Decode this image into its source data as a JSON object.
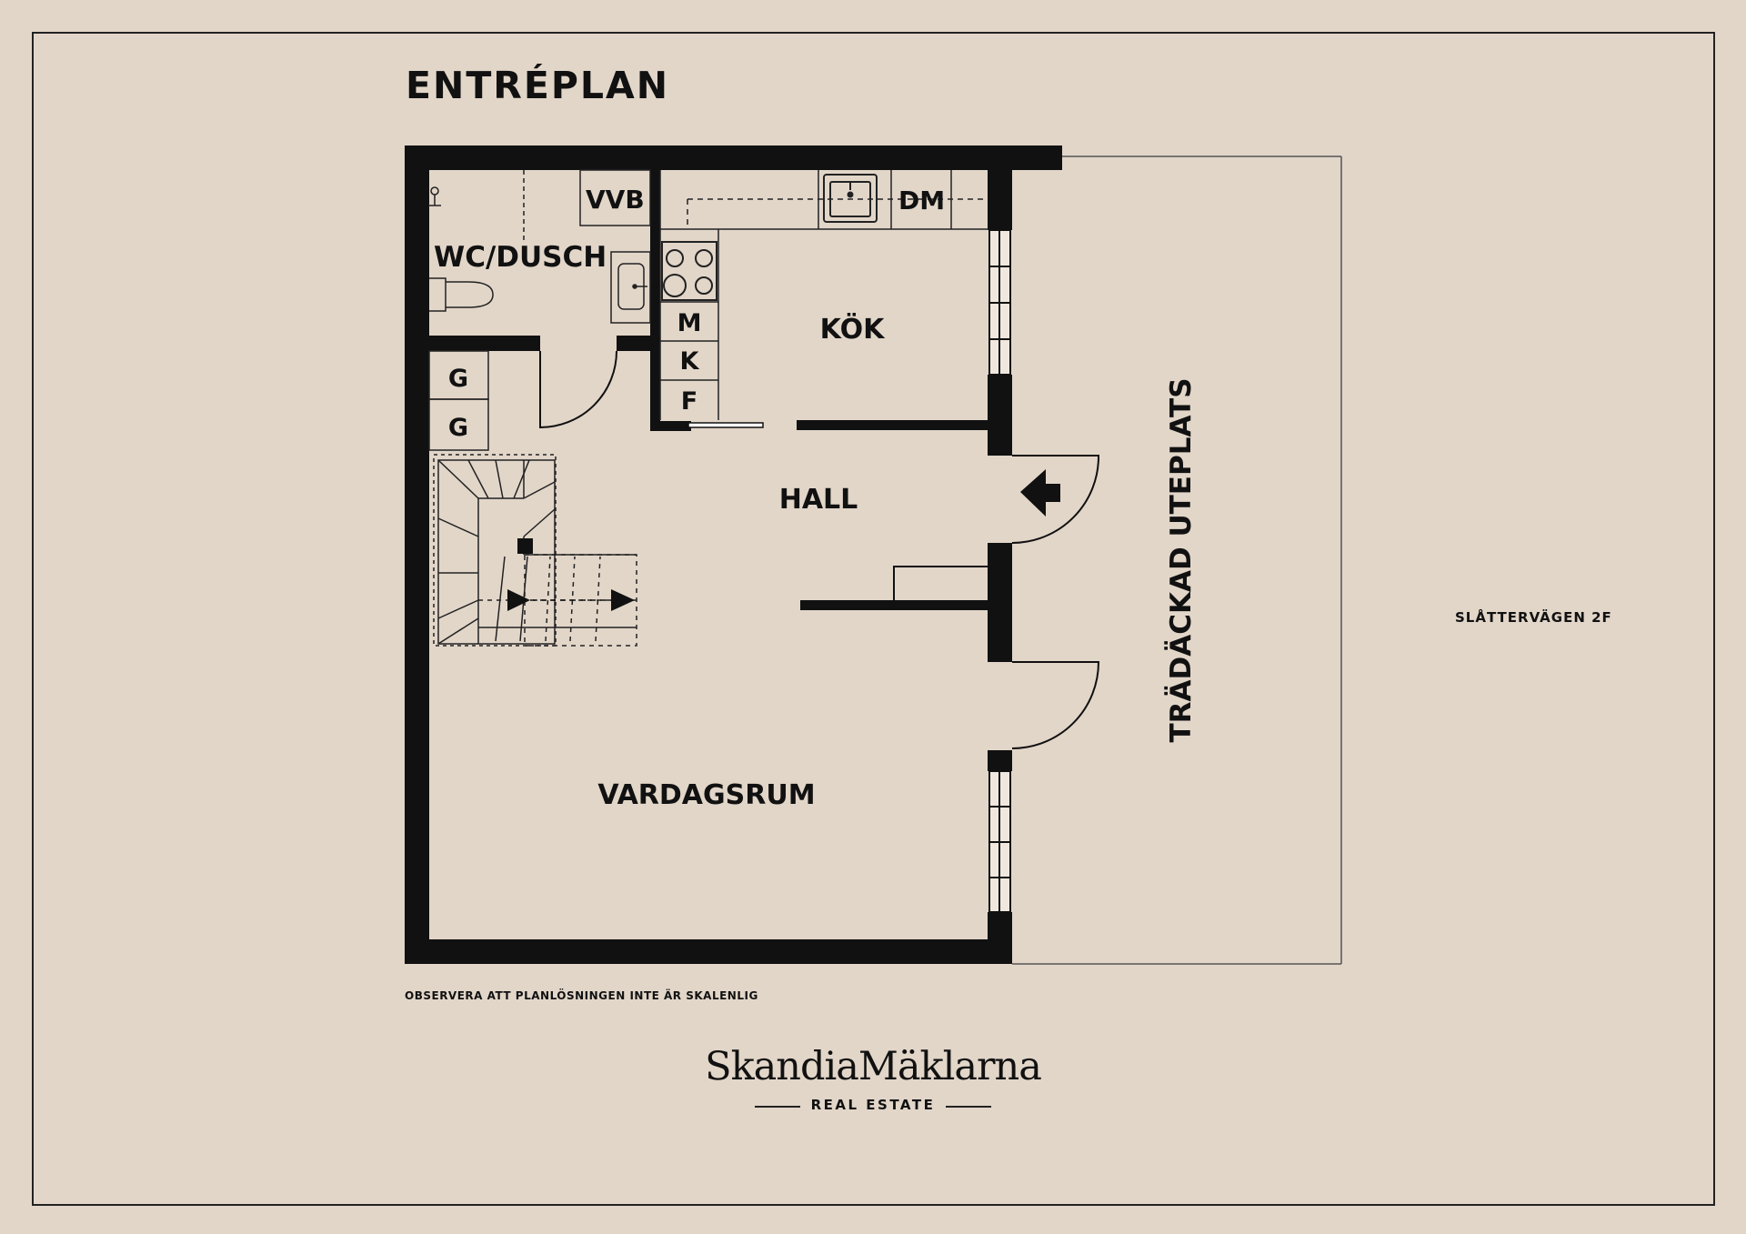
{
  "title": "ENTRÉPLAN",
  "address": "SLÅTTERVÄGEN 2F",
  "disclaimer": "OBSERVERA ATT PLANLÖSNINGEN INTE ÄR SKALENLIG",
  "brand": {
    "name": "SkandiaMäklarna",
    "tagline": "REAL ESTATE"
  },
  "rooms": {
    "wc": "WC/DUSCH",
    "kitchen": "KÖK",
    "hall": "HALL",
    "living": "VARDAGSRUM",
    "patio": "TRÄDÄCKAD UTEPLATS"
  },
  "fixtures": {
    "vvb": "VVB",
    "dm": "DM",
    "m": "M",
    "k": "K",
    "f": "F",
    "g1": "G",
    "g2": "G"
  },
  "colors": {
    "background": "#e2d6c9",
    "walls": "#111111",
    "lines": "#222222"
  }
}
